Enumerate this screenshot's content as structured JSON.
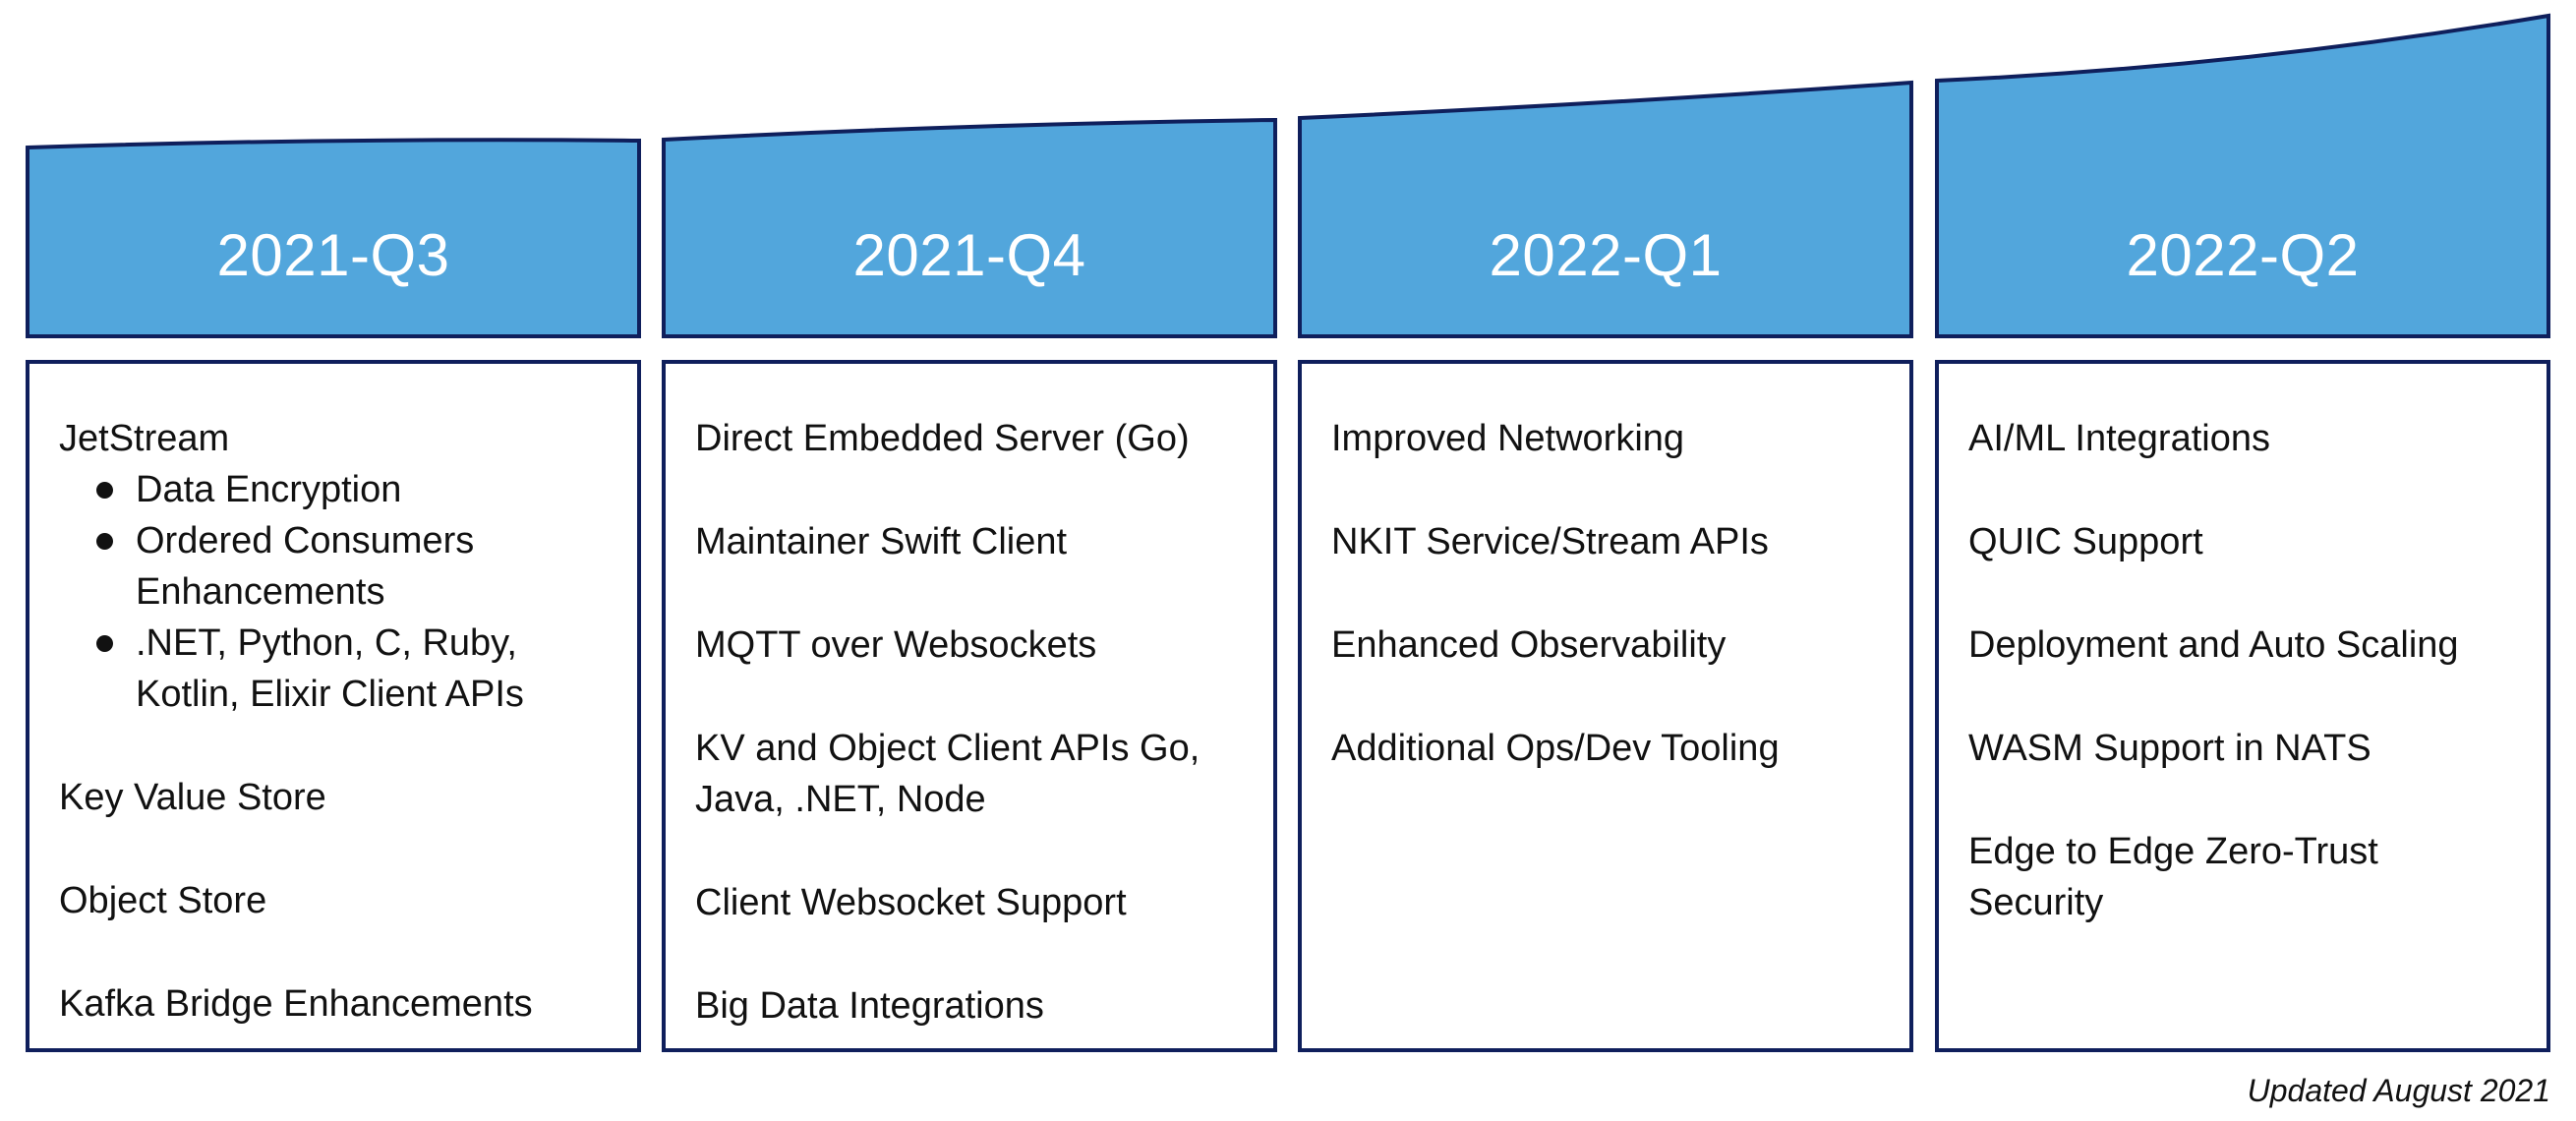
{
  "roadmap": {
    "colors": {
      "header_fill": "#52a6dc",
      "outline": "#0f1f5c",
      "header_text": "#ffffff"
    },
    "columns": [
      {
        "quarter": "2021-Q3",
        "items": [
          {
            "label": "JetStream",
            "sub_items": [
              "Data Encryption",
              "Ordered Consumers Enhancements",
              ".NET, Python, C, Ruby, Kotlin, Elixir Client APIs"
            ]
          },
          {
            "label": "Key Value Store"
          },
          {
            "label": "Object Store"
          },
          {
            "label": "Kafka Bridge Enhancements"
          }
        ]
      },
      {
        "quarter": "2021-Q4",
        "items": [
          {
            "label": "Direct Embedded Server (Go)"
          },
          {
            "label": "Maintainer Swift Client"
          },
          {
            "label": "MQTT over Websockets"
          },
          {
            "label": "KV and Object Client APIs Go, Java, .NET, Node"
          },
          {
            "label": "Client Websocket Support"
          },
          {
            "label": "Big Data Integrations"
          }
        ]
      },
      {
        "quarter": "2022-Q1",
        "items": [
          {
            "label": "Improved Networking"
          },
          {
            "label": "NKIT Service/Stream APIs"
          },
          {
            "label": "Enhanced Observability"
          },
          {
            "label": "Additional Ops/Dev Tooling"
          }
        ]
      },
      {
        "quarter": "2022-Q2",
        "items": [
          {
            "label": "AI/ML Integrations"
          },
          {
            "label": "QUIC Support"
          },
          {
            "label": "Deployment and Auto Scaling"
          },
          {
            "label": "WASM Support in NATS"
          },
          {
            "label": "Edge to Edge Zero-Trust Security"
          }
        ]
      }
    ]
  },
  "footer": {
    "note": "Updated August 2021"
  }
}
